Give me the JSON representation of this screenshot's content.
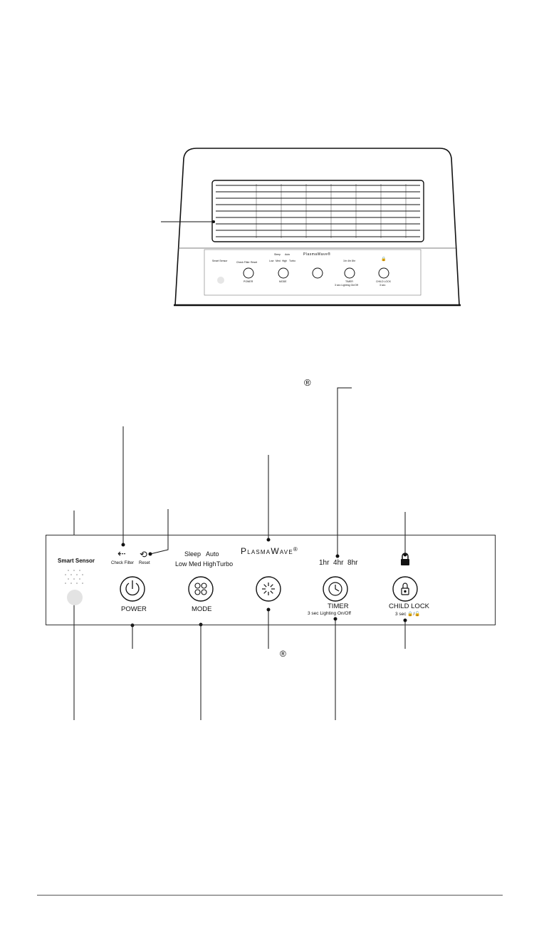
{
  "brand": {
    "name": "PlasmaWave",
    "registered_mark": "®"
  },
  "panel": {
    "smart_sensor": "Smart Sensor",
    "check_filter": "Check Filter",
    "reset": "Reset",
    "mode_top": [
      "Sleep",
      "Auto"
    ],
    "mode_bottom": [
      "Low",
      "Med",
      "High",
      "Turbo"
    ],
    "timer_options": "1hr  4hr  8hr",
    "buttons": {
      "power": "POWER",
      "mode": "MODE",
      "timer": "TIMER",
      "timer_sub": "3 sec Lighting On/Off",
      "child_lock": "CHILD LOCK",
      "child_lock_sub": "3 sec"
    }
  },
  "callout_marks": {
    "plasmawave_top": "®",
    "plasmawave_bottom": "®"
  },
  "colors": {
    "line": "#111111",
    "panel_border": "#333333",
    "sensor_dot": "#e3e3e3"
  }
}
